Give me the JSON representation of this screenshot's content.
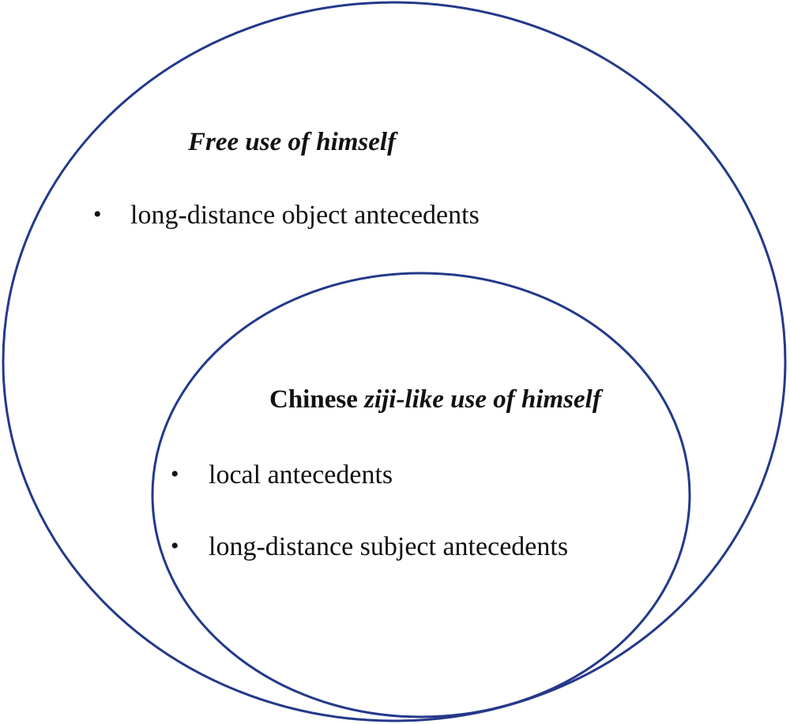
{
  "colors": {
    "ellipse_stroke": "#24398a",
    "text": "#111111",
    "background": "#ffffff"
  },
  "outer": {
    "title": "Free use of himself",
    "items": [
      "long-distance object antecedents"
    ]
  },
  "inner": {
    "title_plain": "Chinese ",
    "title_italic": "ziji-like use of himself",
    "items": [
      "local antecedents",
      "long-distance subject antecedents"
    ]
  },
  "bullet_glyph": "•"
}
